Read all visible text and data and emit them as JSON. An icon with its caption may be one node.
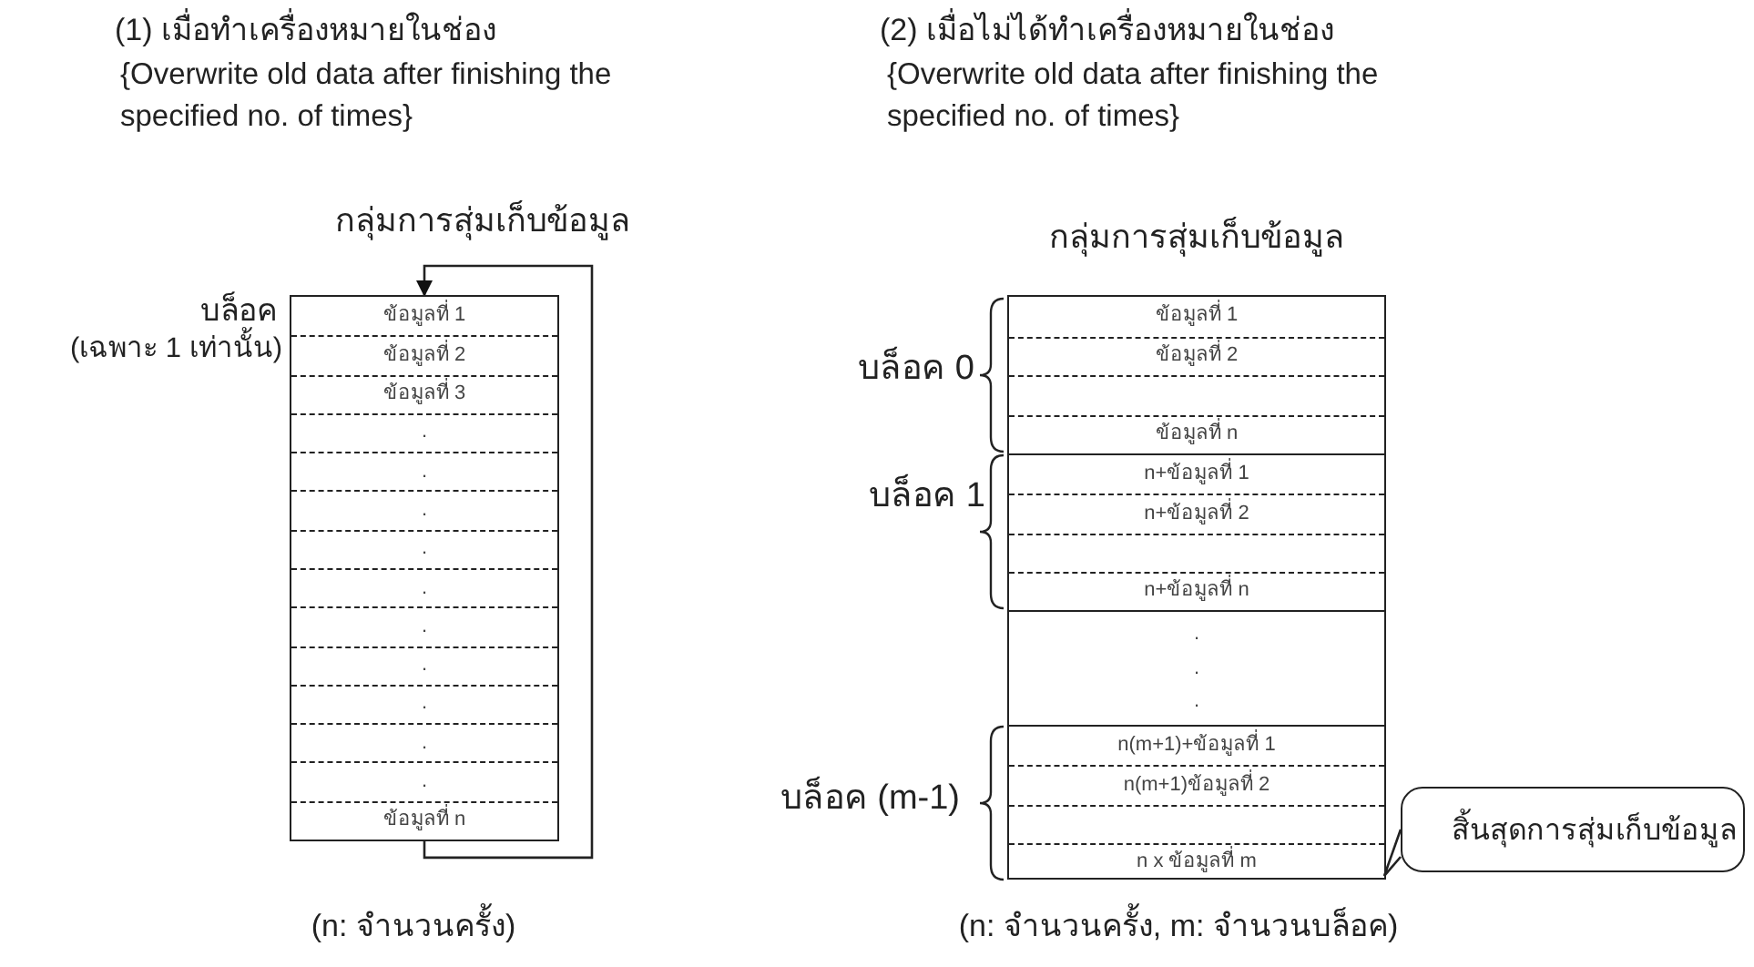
{
  "diagram": {
    "nodes": [
      {
        "text": [],
        "shape": "box"
      },
      {
        "text": [
          "ข้อมูลที่ 1"
        ],
        "in": 0
      },
      {
        "text": [
          "ข้อมูลที่ 2"
        ],
        "in": 0
      },
      {
        "text": [
          "ข้อมูลที่ 3"
        ],
        "in": 0
      },
      {
        "text": [
          "."
        ],
        "in": 0
      },
      {
        "text": [
          "."
        ],
        "in": 0
      },
      {
        "text": [
          "."
        ],
        "in": 0
      },
      {
        "text": [
          "."
        ],
        "in": 0
      },
      {
        "text": [
          "."
        ],
        "in": 0
      },
      {
        "text": [
          "."
        ],
        "in": 0
      },
      {
        "text": [
          "."
        ],
        "in": 0
      },
      {
        "text": [
          "."
        ],
        "in": 0
      },
      {
        "text": [
          "."
        ],
        "in": 0
      },
      {
        "text": [
          "."
        ],
        "in": 0
      },
      {
        "text": [
          "ข้อมูลที่ n"
        ],
        "in": 0
      },
      {
        "text": [],
        "shape": "box"
      },
      {
        "text": [],
        "shape": "box",
        "in": 15
      },
      {
        "text": [
          "ข้อมูลที่ 1"
        ],
        "in": 16
      },
      {
        "text": [
          "ข้อมูลที่ 2"
        ],
        "in": 16
      },
      {
        "text": [],
        "shape": "box",
        "in": 16
      },
      {
        "text": [
          "ข้อมูลที่ n"
        ],
        "in": 16
      },
      {
        "text": [],
        "shape": "box",
        "in": 15
      },
      {
        "text": [
          "n+ข้อมูลที่ 1"
        ],
        "in": 21
      },
      {
        "text": [
          "n+ข้อมูลที่ 2"
        ],
        "in": 21
      },
      {
        "text": [],
        "shape": "box",
        "in": 21
      },
      {
        "text": [
          "n+ข้อมูลที่ n"
        ],
        "in": 21
      },
      {
        "text": [
          ".",
          ".",
          "."
        ],
        "in": 15
      },
      {
        "text": [],
        "shape": "box",
        "in": 15
      },
      {
        "text": [
          "n(m+1)+ข้อมูลที่ 1"
        ],
        "in": 27
      },
      {
        "text": [
          "n(m+1)ข้อมูลที่ 2"
        ],
        "in": 27
      },
      {
        "text": [],
        "shape": "box",
        "in": 27
      },
      {
        "text": [
          "n x ข้อมูลที่ m"
        ],
        "in": 27
      },
      {
        "text": [
          "สิ้นสุดการสุ่มเก็บข้อมูล"
        ]
      }
    ],
    "edges": [
      {
        "from": 14,
        "to": 1,
        "arrow": "to"
      },
      {
        "from": 32,
        "to": 31,
        "arrow": "none"
      }
    ],
    "labels": [
      "(1) เมื่อทำเครื่องหมายในช่อง",
      "{Overwrite old data after finishing the specified no. of times}",
      "(2) เมื่อไม่ได้ทำเครื่องหมายในช่อง",
      "{Overwrite old data after finishing the specified no. of times}",
      "กลุ่มการสุ่มเก็บข้อมูล",
      "กลุ่มการสุ่มเก็บข้อมูล",
      "บล็อค",
      "(เฉพาะ 1 เท่านั้น)",
      "บล็อค 0",
      "บล็อค 1",
      "บล็อค (m-1)",
      "(n: จำนวนครั้ง)",
      "(n: จำนวนครั้ง, m: จำนวนบล็อค)"
    ]
  }
}
